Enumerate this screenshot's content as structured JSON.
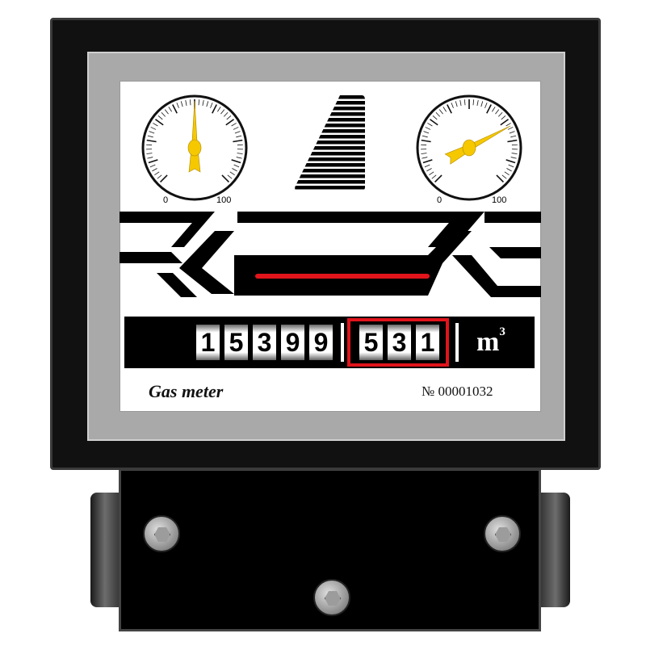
{
  "meter": {
    "title": "Gas meter",
    "serial": "№ 00001032"
  },
  "counter": {
    "main_digits": [
      "1",
      "5",
      "3",
      "9",
      "9"
    ],
    "decimal_digits": [
      "5",
      "3",
      "1"
    ],
    "unit": "m",
    "unit_power": "3"
  },
  "gauges": [
    {
      "min_label": "0",
      "max_label": "100",
      "needle_value": 50
    },
    {
      "min_label": "0",
      "max_label": "100",
      "needle_value": 73
    }
  ],
  "colors": {
    "housing": "#111111",
    "bezel": "#a9a9a9",
    "needle": "#f5c800",
    "accent_red": "#e1141b"
  }
}
